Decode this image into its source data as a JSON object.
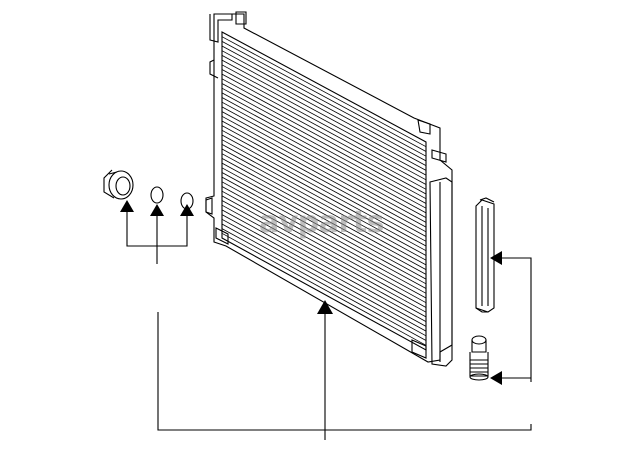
{
  "watermark": {
    "text": "avparts",
    "color": "#8c8c8c"
  },
  "colors": {
    "line": "#000000",
    "background": "#ffffff"
  },
  "parts": [
    {
      "name": "condenser-core",
      "icon": "condenser-icon"
    },
    {
      "name": "receiver-dryer-tank",
      "icon": "tank-icon"
    },
    {
      "name": "desiccant-filter",
      "icon": "filter-icon"
    },
    {
      "name": "drain-plug",
      "icon": "plug-icon"
    },
    {
      "name": "cap",
      "icon": "cap-icon"
    },
    {
      "name": "o-ring-small",
      "icon": "o-ring-icon"
    },
    {
      "name": "o-ring-large",
      "icon": "o-ring-icon"
    }
  ]
}
